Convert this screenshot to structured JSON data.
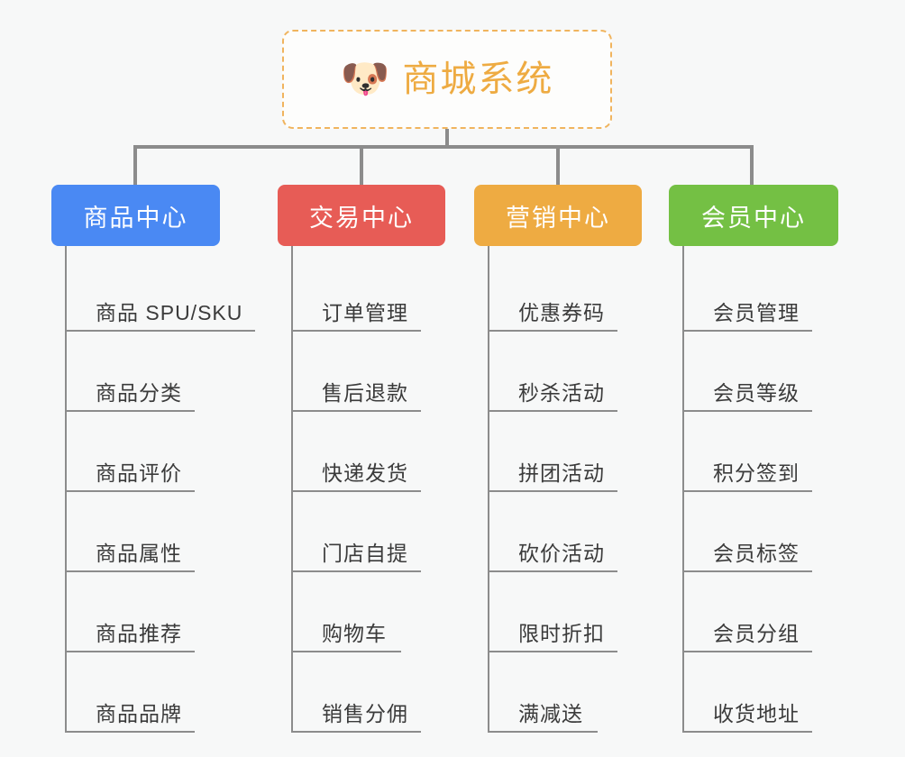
{
  "diagram": {
    "type": "mindmap-org-chart",
    "background_color": "#f7f8f8",
    "root": {
      "icon": "shiba-dog-emoji",
      "emoji": "🐶",
      "title": "商城系统",
      "text_color": "#eeab42",
      "border_color": "#f0b45e",
      "border_style": "dashed"
    },
    "categories": [
      {
        "id": "product-center",
        "label": "商品中心",
        "color": "#4a89f3",
        "items": [
          "商品 SPU/SKU",
          "商品分类",
          "商品评价",
          "商品属性",
          "商品推荐",
          "商品品牌"
        ]
      },
      {
        "id": "transaction-center",
        "label": "交易中心",
        "color": "#e75c56",
        "items": [
          "订单管理",
          "售后退款",
          "快递发货",
          "门店自提",
          "购物车",
          "销售分佣"
        ]
      },
      {
        "id": "marketing-center",
        "label": "营销中心",
        "color": "#eeab42",
        "items": [
          "优惠券码",
          "秒杀活动",
          "拼团活动",
          "砍价活动",
          "限时折扣",
          "满减送"
        ]
      },
      {
        "id": "member-center",
        "label": "会员中心",
        "color": "#74c044",
        "items": [
          "会员管理",
          "会员等级",
          "积分签到",
          "会员标签",
          "会员分组",
          "收货地址"
        ]
      }
    ]
  }
}
